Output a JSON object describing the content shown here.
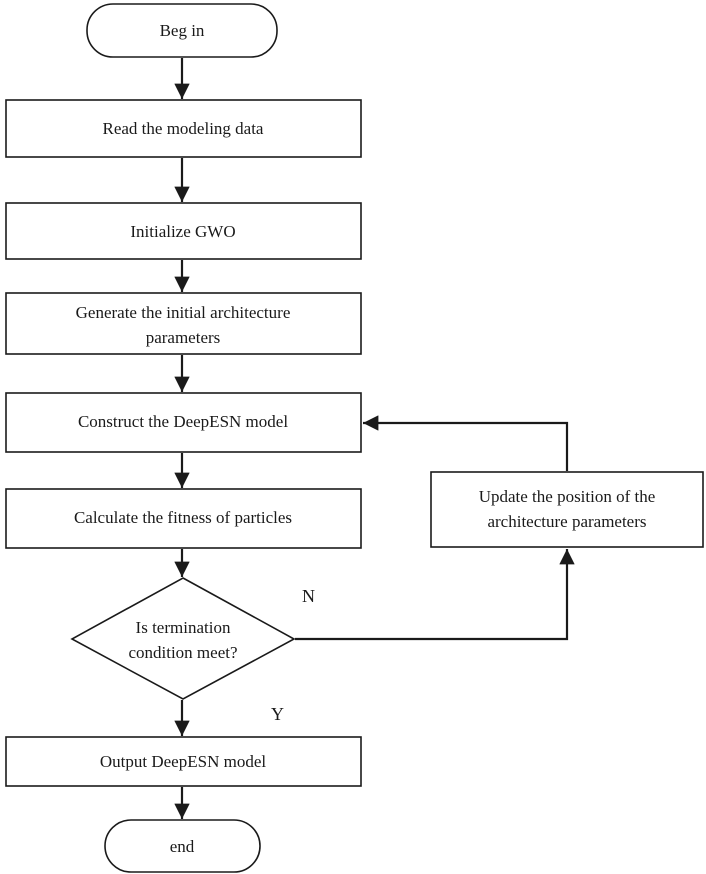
{
  "flowchart": {
    "begin": "Beg in",
    "read_data": "Read the modeling data",
    "init_gwo": "Initialize GWO",
    "generate_params": [
      "Generate the initial architecture",
      "parameters"
    ],
    "construct_model": "Construct the DeepESN model",
    "calc_fitness": "Calculate the fitness of particles",
    "decision": [
      "Is termination",
      "condition meet?"
    ],
    "update_position": [
      "Update the position of the",
      "architecture parameters"
    ],
    "output_model": "Output DeepESN model",
    "end": "end",
    "label_no": "N",
    "label_yes": "Y"
  },
  "colors": {
    "stroke": "#1a1a1a",
    "fill": "#ffffff",
    "text": "#1a1a1a"
  }
}
